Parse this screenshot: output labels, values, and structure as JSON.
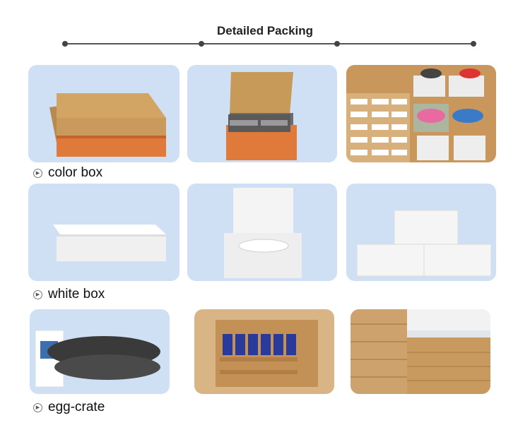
{
  "header": {
    "title": "Detailed Packing"
  },
  "sections": [
    {
      "label": "color box"
    },
    {
      "label": "white box"
    },
    {
      "label": "egg-crate"
    }
  ],
  "icons": {
    "bullet": "circle-arrow-icon"
  },
  "colors": {
    "photo_bg": "#cfe0f5",
    "kraft": "#c89a5a",
    "orange": "#e07a3a",
    "white_box": "#f2f2f2"
  }
}
